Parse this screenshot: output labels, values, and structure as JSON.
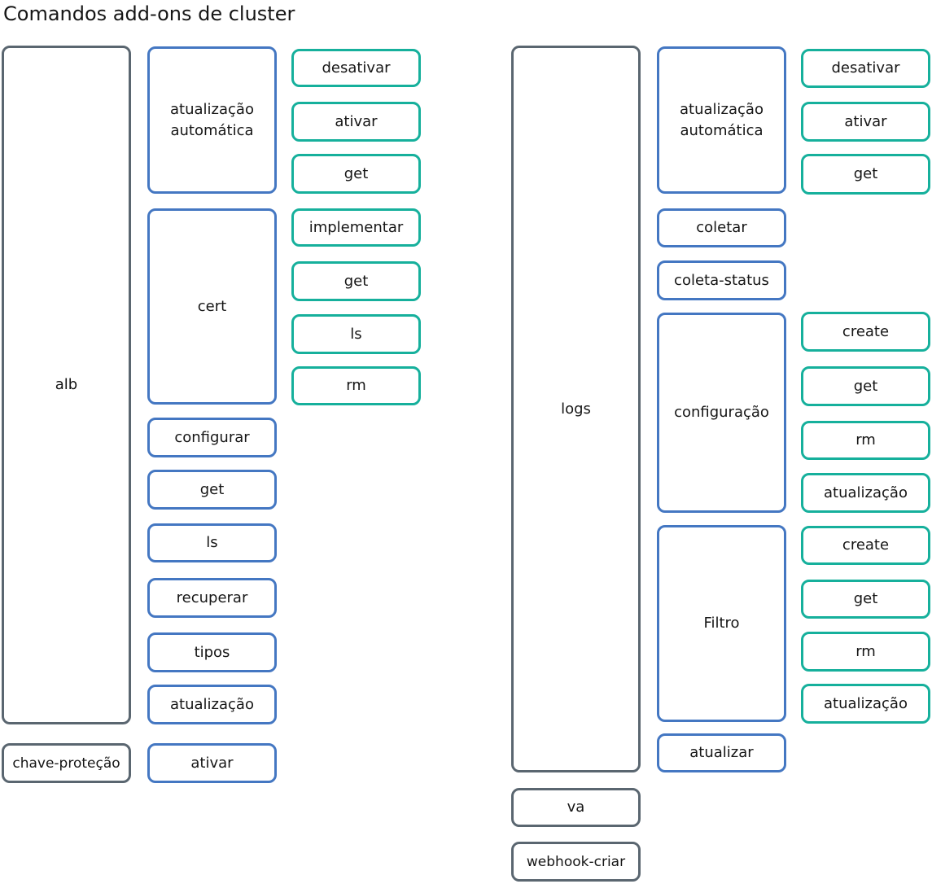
{
  "title": "Comandos add-ons de cluster",
  "colors": {
    "level1_border": "#5a6670",
    "level2_border": "#4477c2",
    "level3_border": "#16b09c"
  },
  "left": {
    "alb": {
      "label": "alb",
      "atualizacao_automatica": {
        "label": "atualização\nautomática",
        "children": [
          "desativar",
          "ativar",
          "get"
        ]
      },
      "cert": {
        "label": "cert",
        "children": [
          "implementar",
          "get",
          "ls",
          "rm"
        ]
      },
      "commands": [
        "configurar",
        "get",
        "ls",
        "recuperar",
        "tipos",
        "atualização"
      ]
    },
    "chave_protecao": {
      "label": "chave-proteção",
      "commands": [
        "ativar"
      ]
    }
  },
  "right": {
    "logs": {
      "label": "logs",
      "atualizacao_automatica": {
        "label": "atualização\nautomática",
        "children": [
          "desativar",
          "ativar",
          "get"
        ]
      },
      "coletar": "coletar",
      "coleta_status": "coleta-status",
      "configuracao": {
        "label": "configuração",
        "children": [
          "create",
          "get",
          "rm",
          "atualização"
        ]
      },
      "filtro": {
        "label": "Filtro",
        "children": [
          "create",
          "get",
          "rm",
          "atualização"
        ]
      },
      "atualizar": "atualizar"
    },
    "va": "va",
    "webhook_criar": "webhook-criar"
  }
}
